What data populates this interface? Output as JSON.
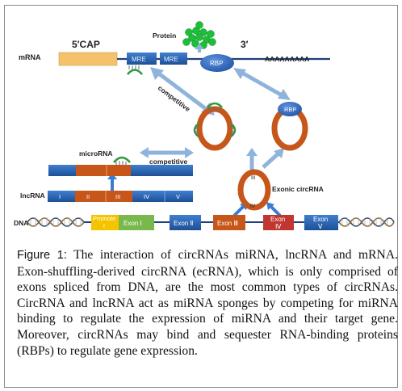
{
  "labels": {
    "mrna": "mRNA",
    "cap": "5′CAP",
    "three_prime": "3′",
    "protein": "Protein",
    "mre1": "MRE",
    "mre2": "MRE",
    "rbp_main": "RBP",
    "poly_a": "AAAAAAAAA",
    "competitive_upper": "competitive",
    "rbp_circle": "RBP",
    "microrna": "microRNA",
    "competitive_lower": "competitive",
    "lncrna": "lncRNA",
    "exonic_circrna": "Exonic circRNA",
    "circ_exon3": "III",
    "circ_exon4": "IV",
    "dna": "DNA"
  },
  "lncrna_segments": [
    "I",
    "II",
    "III",
    "IV",
    "V"
  ],
  "dna_segments": {
    "promoter": "Promote r",
    "exon1": "Exon Ⅰ",
    "exon2": "Exon Ⅱ",
    "exon3": "Exon Ⅲ",
    "exon4": "Exon Ⅳ",
    "exon5": "Exon Ⅴ"
  },
  "caption": {
    "label": "Figure 1:",
    "text": " The interaction of circRNAs miRNA, lncRNA and mRNA. Exon-shuffling-derived circRNA (ecRNA), which is only comprised of exons spliced from DNA, are the most common types of circRNAs. CircRNA and lncRNA act as miRNA sponges by competing for miRNA binding to regulate the expression of miRNA and their target gene. Moreover, circRNAs may bind and sequester RNA-binding proteins (RBPs) to regulate gene expression."
  },
  "colors": {
    "blue_segment": "#2a63b0",
    "dark_blue": "#1f3f7a",
    "cap_yellow": "#f3c26a",
    "orange_ring": "#c6561a",
    "protein_green": "#1fbe3a",
    "promoter_yellow": "#f5c400",
    "exon1_green": "#79b84a",
    "exon4_red": "#c1362f",
    "arrow_blue": "#8fb4dc"
  }
}
